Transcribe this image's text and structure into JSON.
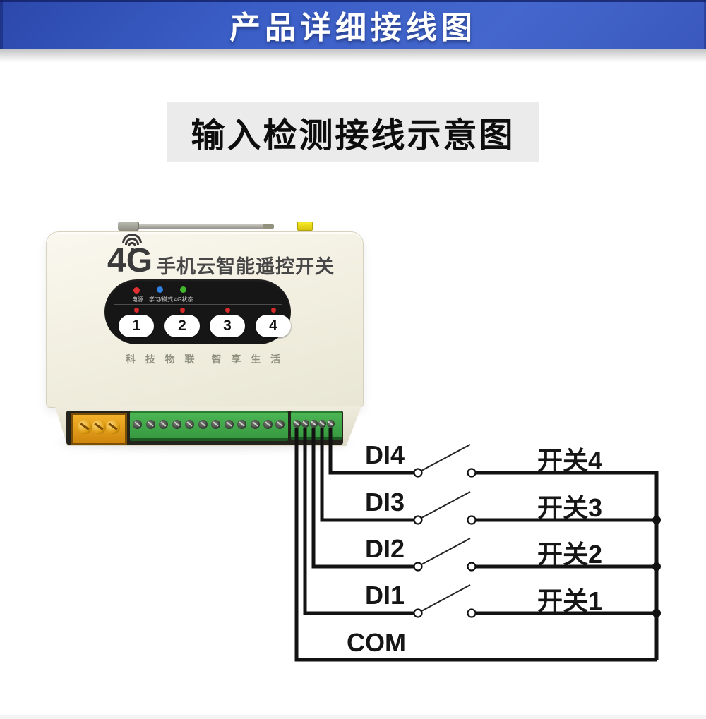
{
  "banner": {
    "title": "产品详细接线图"
  },
  "subtitle": {
    "text": "输入检测接线示意图"
  },
  "device": {
    "brand": "4G",
    "name": "手机云智能遥控开关",
    "status_leds": [
      {
        "label": "电源",
        "color": "#e03030"
      },
      {
        "label": "学习/模式",
        "color": "#2f80e0"
      },
      {
        "label": "4G状态",
        "color": "#42b52c"
      }
    ],
    "button_led_color": "#d92b2b",
    "buttons": [
      "1",
      "2",
      "3",
      "4"
    ],
    "tagline": "科 技 物 联　智 享 生 活"
  },
  "wiring": {
    "rows": [
      {
        "di": "DI4",
        "sw": "开关4"
      },
      {
        "di": "DI3",
        "sw": "开关3"
      },
      {
        "di": "DI2",
        "sw": "开关2"
      },
      {
        "di": "DI1",
        "sw": "开关1"
      }
    ],
    "common": "COM"
  },
  "colors": {
    "banner_bg": "#3a5ec6",
    "banner_text": "#ffffff",
    "subtitle_bg": "#ebebeb",
    "device_body": "#f1eedf",
    "panel_bg": "#161616",
    "terminal_green": "#3fa348",
    "terminal_orange": "#e8980f",
    "wire": "#121212"
  }
}
